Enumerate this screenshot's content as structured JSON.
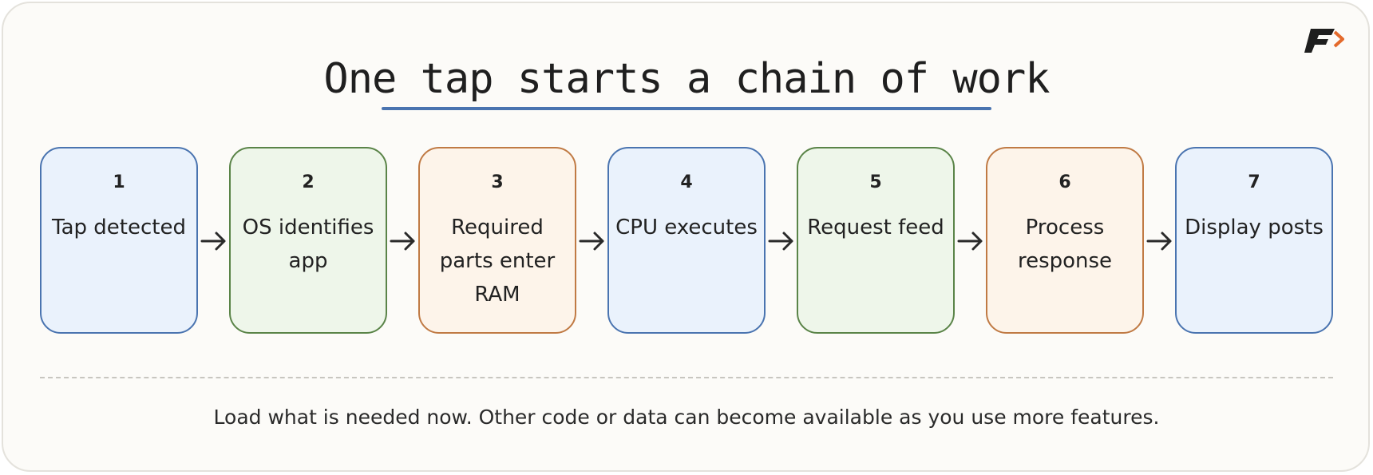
{
  "title": "One tap starts a chain of work",
  "colors": {
    "blue_border": "#4a74b0",
    "blue_fill": "#eaf2fc",
    "green_border": "#5a8448",
    "green_fill": "#eef6ea",
    "orange_border": "#c07a44",
    "orange_fill": "#fdf4ea",
    "underline": "#4a74b0",
    "logo_accent": "#e46a2c"
  },
  "steps": [
    {
      "num": "1",
      "label": "Tap detected",
      "theme": "blue"
    },
    {
      "num": "2",
      "label": "OS identifies app",
      "theme": "green"
    },
    {
      "num": "3",
      "label": "Required parts enter RAM",
      "theme": "orange"
    },
    {
      "num": "4",
      "label": "CPU executes",
      "theme": "blue"
    },
    {
      "num": "5",
      "label": "Request feed",
      "theme": "green"
    },
    {
      "num": "6",
      "label": "Process response",
      "theme": "orange"
    },
    {
      "num": "7",
      "label": "Display posts",
      "theme": "blue"
    }
  ],
  "footnote": "Load what is needed now. Other code or data can become available as you use more features."
}
